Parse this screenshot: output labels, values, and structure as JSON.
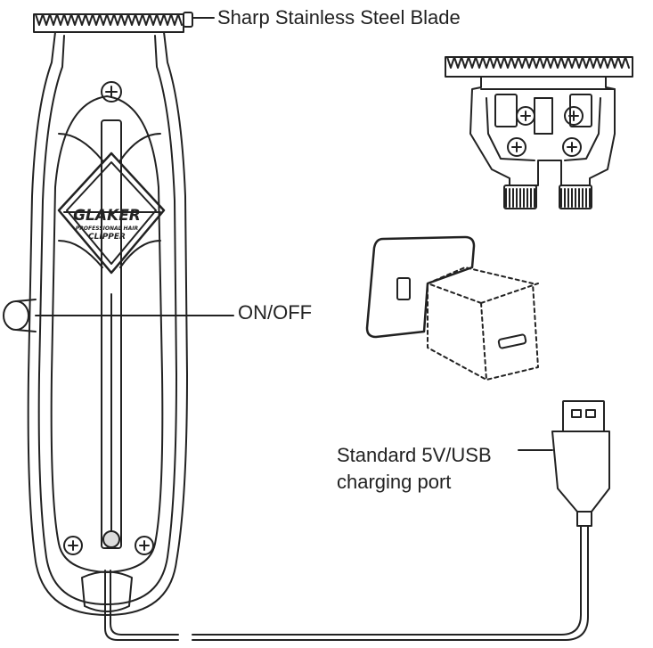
{
  "labels": {
    "blade": "Sharp Stainless Steel Blade",
    "switch": "ON/OFF",
    "usb_line1": "Standard 5V/USB",
    "usb_line2": "charging port"
  },
  "brand": {
    "name": "GLAKER",
    "line1": "PROFESSIONAL HAIR",
    "line2": "CLIPPER"
  }
}
